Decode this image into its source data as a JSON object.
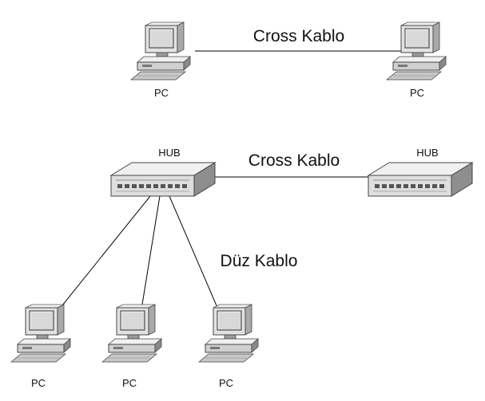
{
  "colors": {
    "background": "#ffffff",
    "line": "#000000",
    "device_light": "#e6e6e6",
    "device_mid": "#b4b4b4",
    "device_dark": "#6e6e6e",
    "screen": "#d8d8d8"
  },
  "top_diagram": {
    "left_pc": {
      "label": "PC",
      "icon": "computer-icon"
    },
    "right_pc": {
      "label": "PC",
      "icon": "computer-icon"
    },
    "link_label": "Cross Kablo"
  },
  "bottom_diagram": {
    "hub_left": {
      "label": "HUB",
      "icon": "hub-icon"
    },
    "hub_right": {
      "label": "HUB",
      "icon": "hub-icon"
    },
    "hub_link_label": "Cross Kablo",
    "pc_link_label": "Düz Kablo",
    "pcs": [
      {
        "label": "PC",
        "icon": "computer-icon"
      },
      {
        "label": "PC",
        "icon": "computer-icon"
      },
      {
        "label": "PC",
        "icon": "computer-icon"
      }
    ]
  }
}
